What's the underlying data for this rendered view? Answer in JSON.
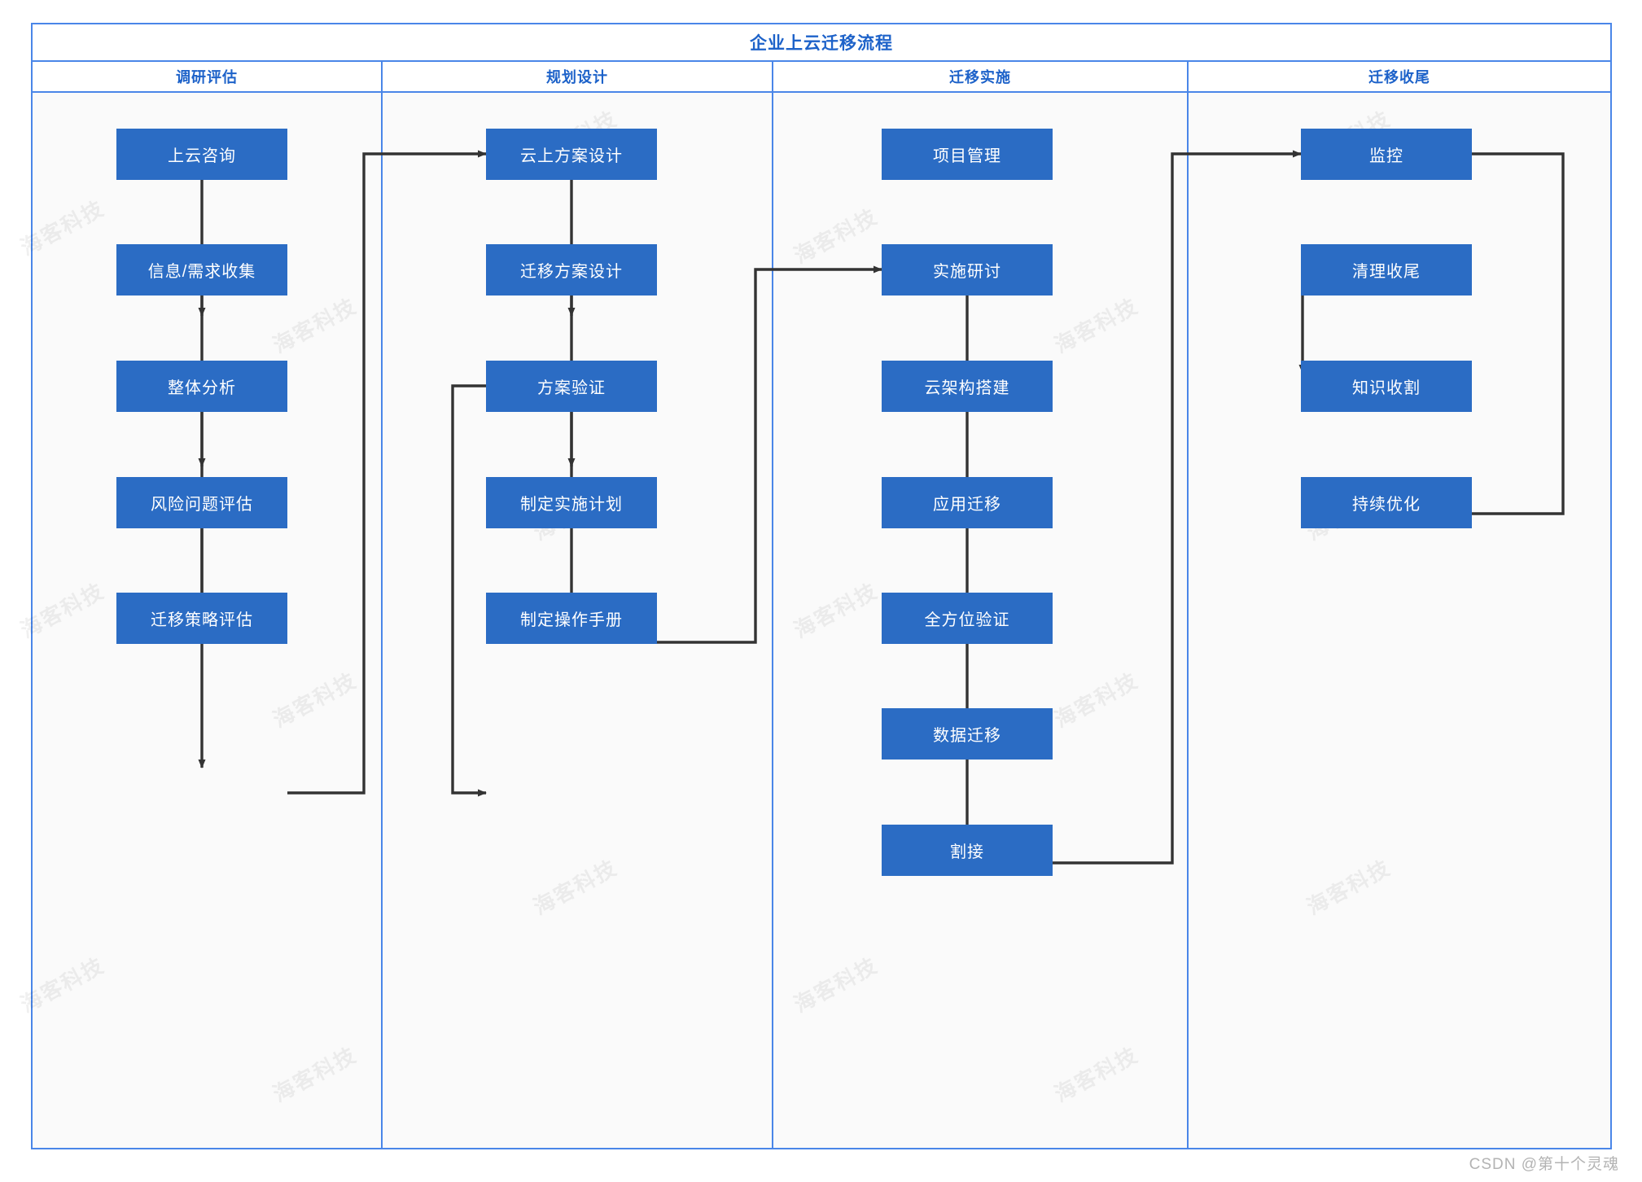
{
  "diagram": {
    "title": "企业上云迁移流程",
    "lanes": [
      {
        "header": "调研评估"
      },
      {
        "header": "规划设计"
      },
      {
        "header": "迁移实施"
      },
      {
        "header": "迁移收尾"
      }
    ],
    "nodes": [
      {
        "id": "n1",
        "lane": 0,
        "label": "上云咨询"
      },
      {
        "id": "n2",
        "lane": 0,
        "label": "信息/需求收集"
      },
      {
        "id": "n3",
        "lane": 0,
        "label": "整体分析"
      },
      {
        "id": "n4",
        "lane": 0,
        "label": "风险问题评估"
      },
      {
        "id": "n5",
        "lane": 0,
        "label": "迁移策略评估"
      },
      {
        "id": "n6",
        "lane": 1,
        "label": "云上方案设计"
      },
      {
        "id": "n7",
        "lane": 1,
        "label": "迁移方案设计"
      },
      {
        "id": "n8",
        "lane": 1,
        "label": "方案验证"
      },
      {
        "id": "n9",
        "lane": 1,
        "label": "制定实施计划"
      },
      {
        "id": "n10",
        "lane": 1,
        "label": "制定操作手册"
      },
      {
        "id": "n11",
        "lane": 2,
        "label": "项目管理"
      },
      {
        "id": "n12",
        "lane": 2,
        "label": "实施研讨"
      },
      {
        "id": "n13",
        "lane": 2,
        "label": "云架构搭建"
      },
      {
        "id": "n14",
        "lane": 2,
        "label": "应用迁移"
      },
      {
        "id": "n15",
        "lane": 2,
        "label": "全方位验证"
      },
      {
        "id": "n16",
        "lane": 2,
        "label": "数据迁移"
      },
      {
        "id": "n17",
        "lane": 2,
        "label": "割接"
      },
      {
        "id": "n18",
        "lane": 3,
        "label": "监控"
      },
      {
        "id": "n19",
        "lane": 3,
        "label": "清理收尾"
      },
      {
        "id": "n20",
        "lane": 3,
        "label": "知识收割"
      },
      {
        "id": "n21",
        "lane": 3,
        "label": "持续优化"
      }
    ],
    "edges": [
      {
        "from": "n1",
        "to": "n2"
      },
      {
        "from": "n2",
        "to": "n3"
      },
      {
        "from": "n3",
        "to": "n4"
      },
      {
        "from": "n4",
        "to": "n5"
      },
      {
        "from": "n5",
        "to": "n6"
      },
      {
        "from": "n6",
        "to": "n7"
      },
      {
        "from": "n7",
        "to": "n8"
      },
      {
        "from": "n8",
        "to": "n9"
      },
      {
        "from": "n8",
        "to": "n10"
      },
      {
        "from": "n9",
        "to": "n12"
      },
      {
        "from": "n12",
        "to": "n13"
      },
      {
        "from": "n13",
        "to": "n14"
      },
      {
        "from": "n14",
        "to": "n15"
      },
      {
        "from": "n15",
        "to": "n16"
      },
      {
        "from": "n16",
        "to": "n17"
      },
      {
        "from": "n17",
        "to": "n18"
      },
      {
        "from": "n19",
        "to": "n20"
      },
      {
        "from": "n18",
        "to": "n21"
      }
    ],
    "watermark_text": "海客科技",
    "credit": "CSDN @第十个灵魂",
    "colors": {
      "node_fill": "#2b6cc4",
      "node_text": "#ffffff",
      "lane_border": "#4a86e8",
      "lane_header_text": "#1d62c9",
      "edge": "#333333",
      "canvas": "#fafafa",
      "credit_text": "#b3b3b3"
    }
  }
}
